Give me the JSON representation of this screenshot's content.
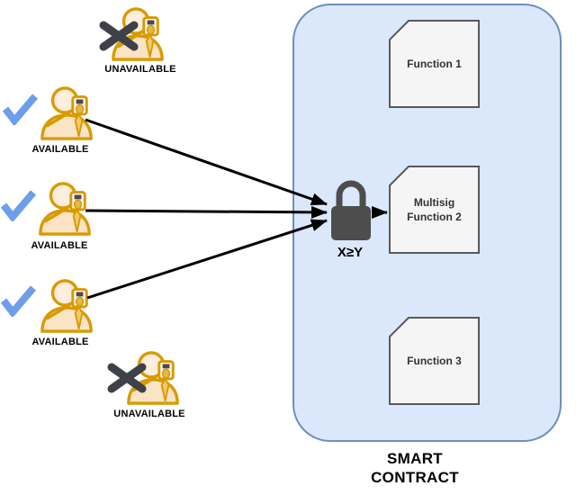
{
  "participants": [
    {
      "status_label": "UNAVAILABLE",
      "available": false
    },
    {
      "status_label": "AVAILABLE",
      "available": true
    },
    {
      "status_label": "AVAILABLE",
      "available": true
    },
    {
      "status_label": "AVAILABLE",
      "available": true
    },
    {
      "status_label": "UNAVAILABLE",
      "available": false
    }
  ],
  "lock": {
    "condition_label": "X≥Y"
  },
  "smart_contract": {
    "label": "SMART CONTRACT",
    "functions": [
      {
        "label": "Function 1"
      },
      {
        "label": "Multisig Function 2"
      },
      {
        "label": "Function 3"
      }
    ]
  },
  "icons": {
    "available": "check-icon",
    "unavailable": "cross-icon",
    "participant": "user-on-phone-icon",
    "gate": "lock-icon"
  },
  "colors": {
    "contract_fill": "#dbe8fb",
    "contract_border": "#6c8ebf",
    "card_fill": "#f5f5f5",
    "card_border": "#595959",
    "card_text": "#333333",
    "user_stroke": "#d79b00",
    "user_body_fill": "#fbe3c6",
    "user_head_fill": "#ffeedd",
    "check": "#6d9eeb",
    "cross": "#3f4148",
    "lock": "#4d4d4d",
    "arrow": "#000000"
  }
}
